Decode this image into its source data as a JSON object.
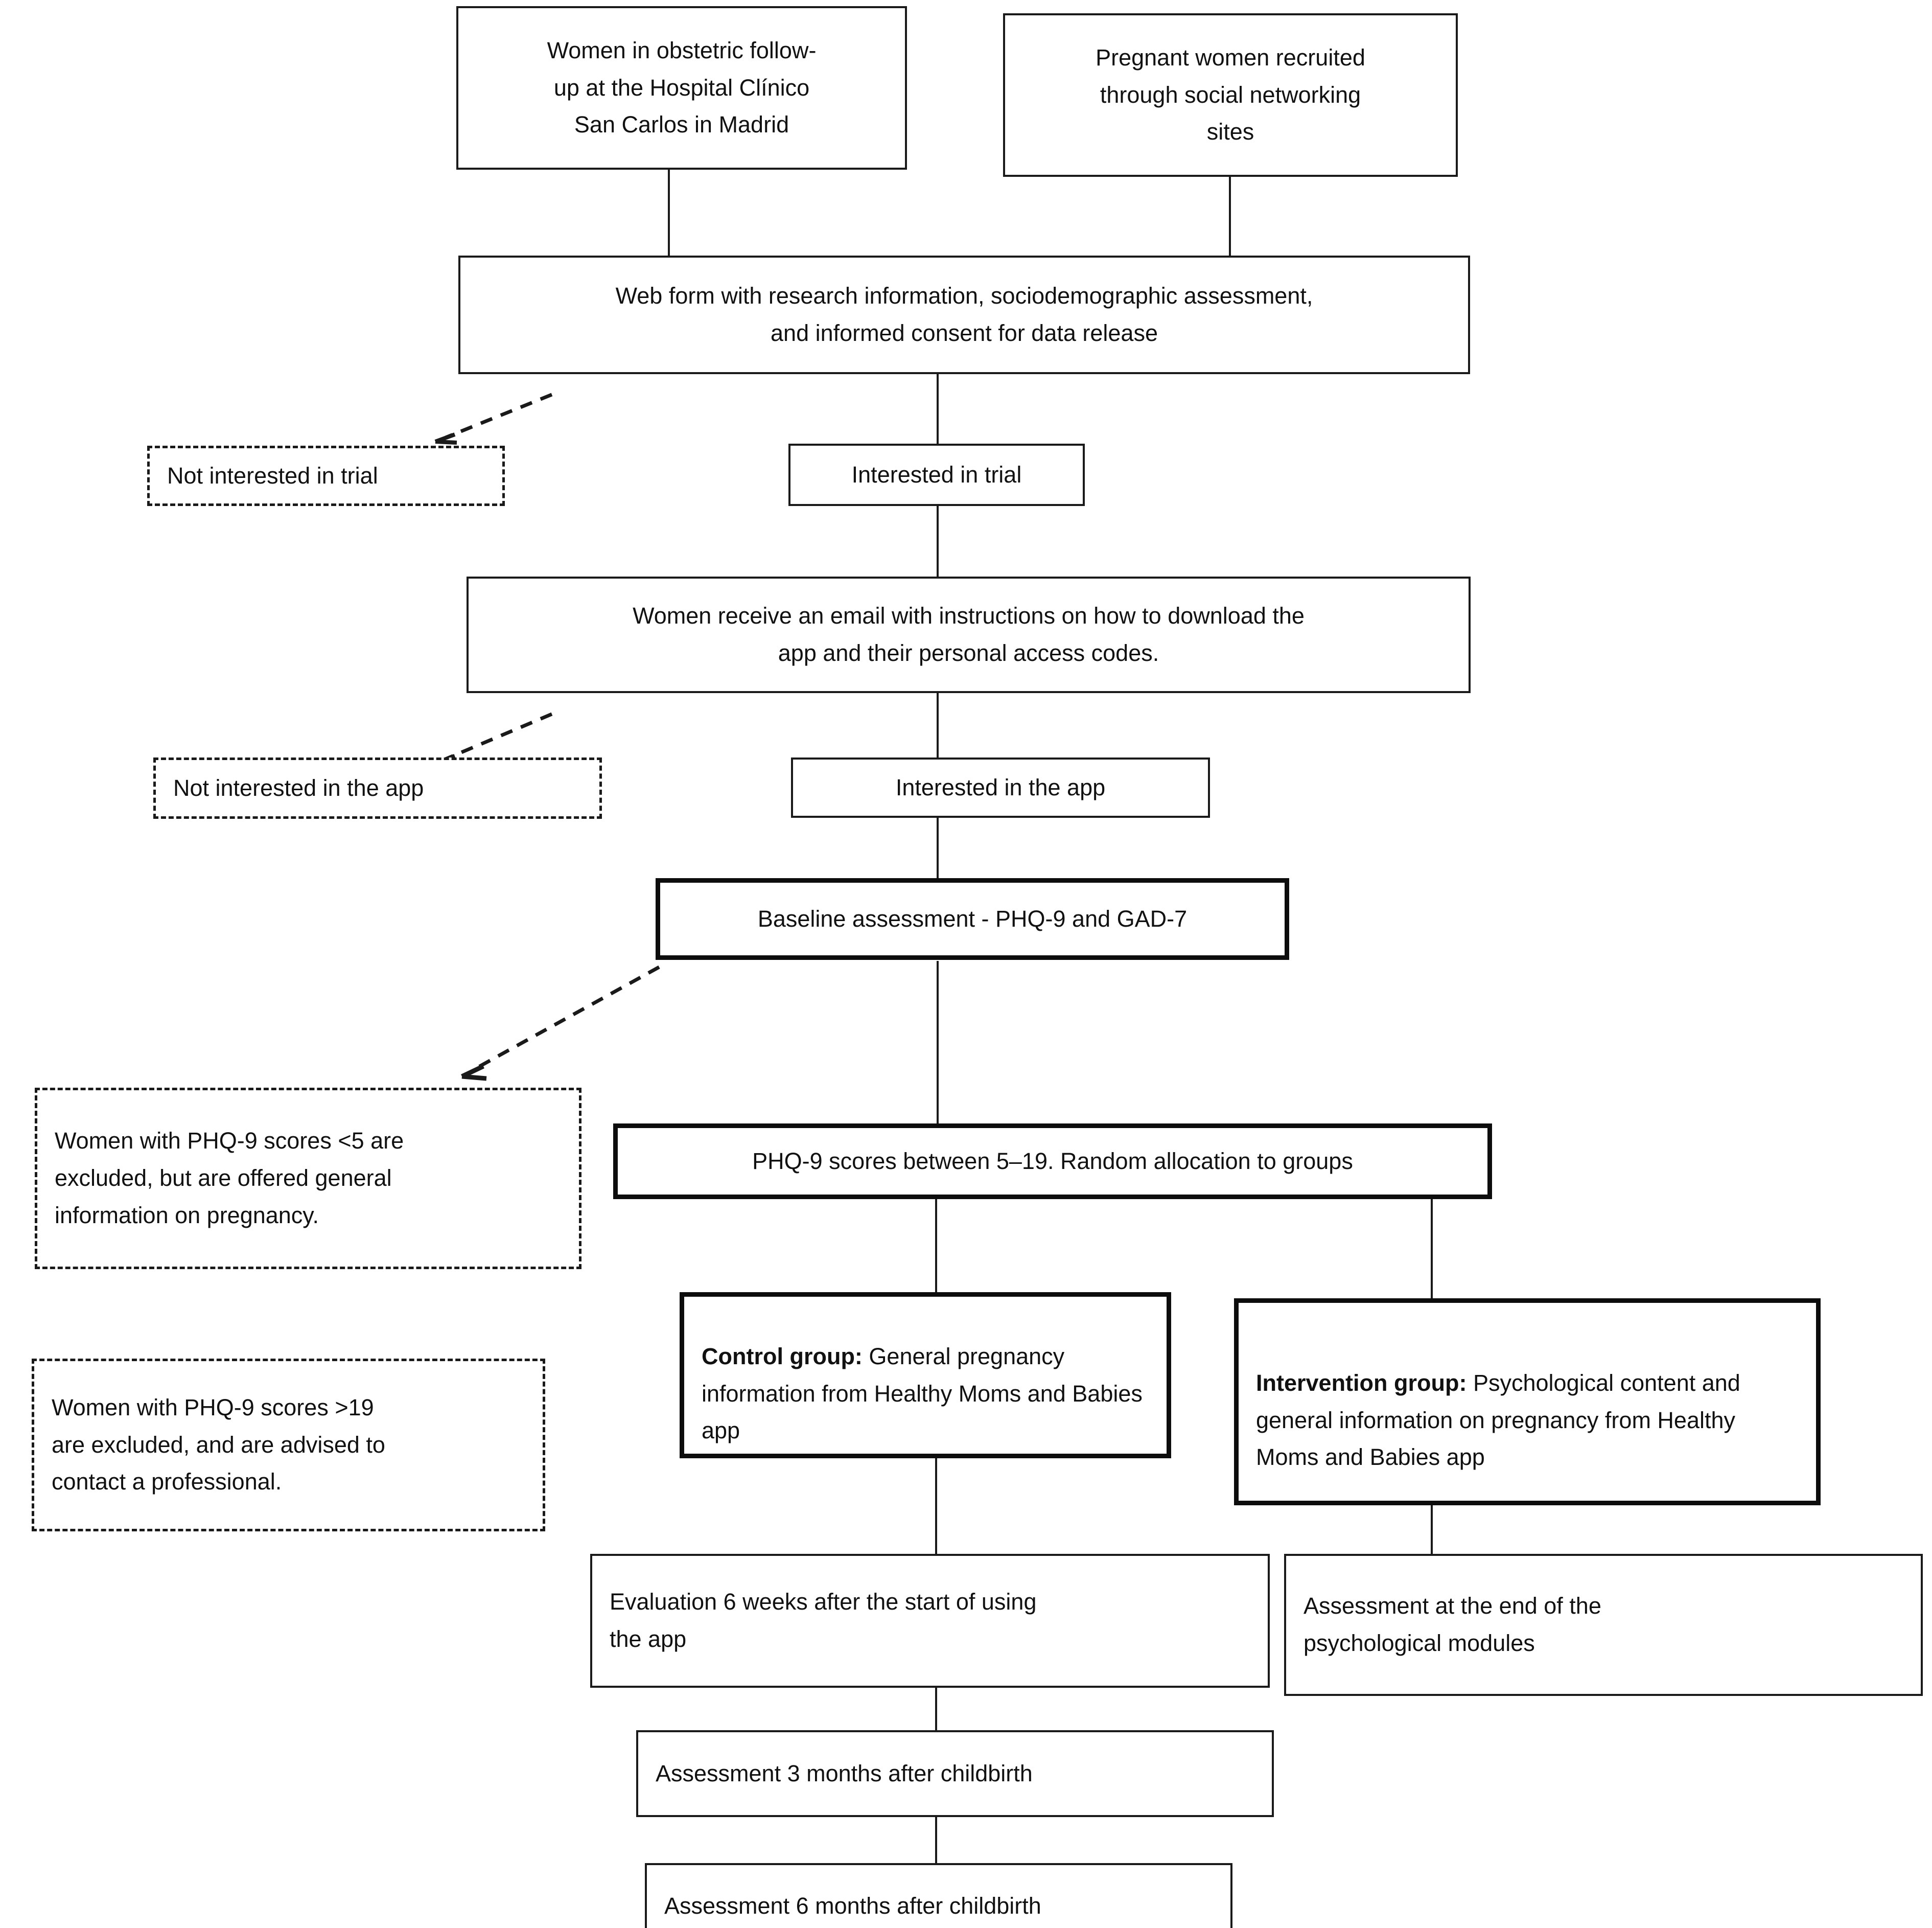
{
  "diagram": {
    "type": "flowchart",
    "title": "Study flow diagram of the Healthy Moms and Babies app trial",
    "orientation": "top-to-bottom",
    "colors": {
      "box_border": "#1a1a1a",
      "background": "#ffffff",
      "text": "#111111"
    },
    "nodes": [
      {
        "id": "hospital-recruitment",
        "label": "Women in obstetric follow-\nup at the Hospital Clínico\nSan Carlos in Madrid",
        "style": "solid",
        "align": "center"
      },
      {
        "id": "social-recruitment",
        "label": "Pregnant women recruited\nthrough social networking\nsites",
        "style": "solid",
        "align": "center"
      },
      {
        "id": "web-form",
        "label": "Web form with research information, sociodemographic assessment,\nand informed consent for data release",
        "style": "solid",
        "align": "center"
      },
      {
        "id": "not-interested-trial",
        "label": "Not interested in trial",
        "style": "dashed",
        "align": "left"
      },
      {
        "id": "interested-trial",
        "label": "Interested in trial",
        "style": "solid",
        "align": "center"
      },
      {
        "id": "email-instructions",
        "label": "Women receive an email with instructions on how to download the\napp and their personal access codes.",
        "style": "solid",
        "align": "center"
      },
      {
        "id": "not-interested-app",
        "label": "Not interested in the app",
        "style": "dashed",
        "align": "left"
      },
      {
        "id": "interested-app",
        "label": "Interested in the app",
        "style": "solid",
        "align": "center"
      },
      {
        "id": "baseline-assessment",
        "label": "Baseline assessment - PHQ-9 and GAD-7",
        "style": "solid-thick",
        "align": "center"
      },
      {
        "id": "excluded-low-score",
        "label": "Women with PHQ-9 scores <5 are\nexcluded, but are offered general\ninformation on pregnancy.",
        "style": "dashed",
        "align": "left"
      },
      {
        "id": "randomization",
        "label": "PHQ-9 scores between 5–19. Random allocation to groups",
        "style": "solid-thick",
        "align": "center"
      },
      {
        "id": "excluded-high-score",
        "label": "Women with PHQ-9 scores >19\nare excluded, and are advised to\ncontact a professional.",
        "style": "dashed",
        "align": "left"
      },
      {
        "id": "control-group",
        "label_bold": "Control group:",
        "label_rest": " General pregnancy information from Healthy Moms and Babies app",
        "style": "solid-thick",
        "align": "left"
      },
      {
        "id": "intervention-group",
        "label_bold": "Intervention group:",
        "label_rest": " Psychological content and general information on pregnancy from Healthy Moms and Babies app",
        "style": "solid-thick",
        "align": "left"
      },
      {
        "id": "evaluation-6-weeks",
        "label": "Evaluation 6 weeks after the start of using\nthe app",
        "style": "solid",
        "align": "left"
      },
      {
        "id": "assessment-modules-end",
        "label": "Assessment at the end of the\npsychological modules",
        "style": "solid",
        "align": "left"
      },
      {
        "id": "assessment-3-months",
        "label": "Assessment 3 months after childbirth",
        "style": "solid",
        "align": "left"
      },
      {
        "id": "assessment-6-months",
        "label": "Assessment 6 months after childbirth",
        "style": "solid",
        "align": "left"
      }
    ],
    "edges": [
      {
        "from": "hospital-recruitment",
        "to": "web-form",
        "style": "solid"
      },
      {
        "from": "social-recruitment",
        "to": "web-form",
        "style": "solid"
      },
      {
        "from": "web-form",
        "to": "not-interested-trial",
        "style": "dashed-arrow"
      },
      {
        "from": "web-form",
        "to": "interested-trial",
        "style": "solid"
      },
      {
        "from": "interested-trial",
        "to": "email-instructions",
        "style": "solid"
      },
      {
        "from": "email-instructions",
        "to": "not-interested-app",
        "style": "dashed-arrow"
      },
      {
        "from": "email-instructions",
        "to": "interested-app",
        "style": "solid"
      },
      {
        "from": "interested-app",
        "to": "baseline-assessment",
        "style": "solid"
      },
      {
        "from": "baseline-assessment",
        "to": "excluded-low-score",
        "style": "dashed-arrow"
      },
      {
        "from": "baseline-assessment",
        "to": "randomization",
        "style": "solid"
      },
      {
        "from": "randomization",
        "to": "control-group",
        "style": "solid"
      },
      {
        "from": "randomization",
        "to": "intervention-group",
        "style": "solid"
      },
      {
        "from": "control-group",
        "to": "evaluation-6-weeks",
        "style": "solid"
      },
      {
        "from": "intervention-group",
        "to": "assessment-modules-end",
        "style": "solid"
      },
      {
        "from": "evaluation-6-weeks",
        "to": "assessment-3-months",
        "style": "solid"
      },
      {
        "from": "assessment-3-months",
        "to": "assessment-6-months",
        "style": "solid"
      }
    ]
  }
}
